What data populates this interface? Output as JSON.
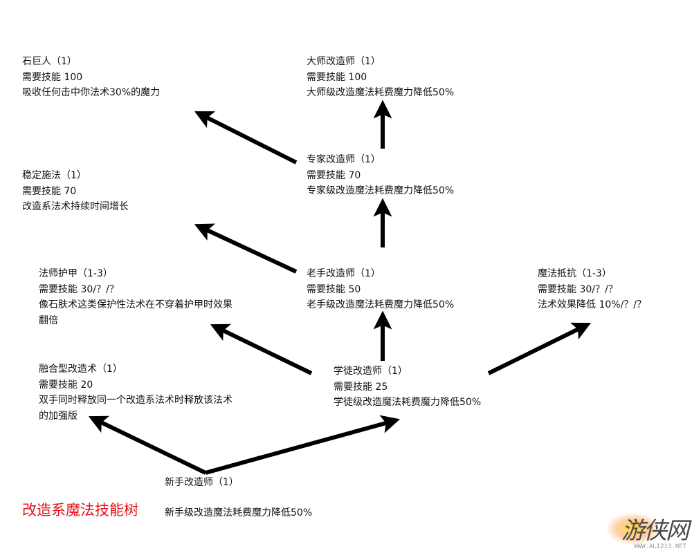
{
  "title": "改造系魔法技能树",
  "nodes": {
    "stone_giant": {
      "name": "石巨人（1）",
      "req": "需要技能 100",
      "desc": "吸收任何击中你法术30%的魔力"
    },
    "master": {
      "name": "大师改造师（1）",
      "req": "需要技能 100",
      "desc": "大师级改造魔法耗费魔力降低50%"
    },
    "stable_cast": {
      "name": "稳定施法（1）",
      "req": "需要技能 70",
      "desc": "改造系法术持续时间增长"
    },
    "expert": {
      "name": "专家改造师（1）",
      "req": "需要技能 70",
      "desc": "专家级改造魔法耗费魔力降低50%"
    },
    "mage_armor": {
      "name": "法师护甲（1-3）",
      "req": "需要技能 30/？/？",
      "desc": "像石肤术这类保护性法术在不穿着护甲时效果翻倍"
    },
    "adept": {
      "name": "老手改造师（1）",
      "req": "需要技能 50",
      "desc": "老手级改造魔法耗费魔力降低50%"
    },
    "magic_resist": {
      "name": "魔法抵抗（1-3）",
      "req": "需要技能 30/？/？",
      "desc": "法术效果降低 10%/？/？"
    },
    "dual_cast": {
      "name": "融合型改造术（1）",
      "req": "需要技能 20",
      "desc": "双手同时释放同一个改造系法术时释放该法术的加强版"
    },
    "apprentice": {
      "name": "学徒改造师（1）",
      "req": "需要技能 25",
      "desc": "学徒级改造魔法耗费魔力降低50%"
    },
    "novice": {
      "name": "新手改造师（1）",
      "desc": "新手级改造魔法耗费魔力降低50%"
    }
  },
  "edges": [
    {
      "from": "novice",
      "to": "dual_cast"
    },
    {
      "from": "novice",
      "to": "apprentice"
    },
    {
      "from": "apprentice",
      "to": "mage_armor"
    },
    {
      "from": "apprentice",
      "to": "adept"
    },
    {
      "from": "apprentice",
      "to": "magic_resist"
    },
    {
      "from": "adept",
      "to": "stable_cast"
    },
    {
      "from": "adept",
      "to": "expert"
    },
    {
      "from": "expert",
      "to": "stone_giant"
    },
    {
      "from": "expert",
      "to": "master"
    }
  ],
  "colors": {
    "arrow": "#000000",
    "title": "#e8101a",
    "text": "#111111"
  },
  "watermark": {
    "text": "游侠网",
    "sub": "WWW.ALI213.NET"
  }
}
